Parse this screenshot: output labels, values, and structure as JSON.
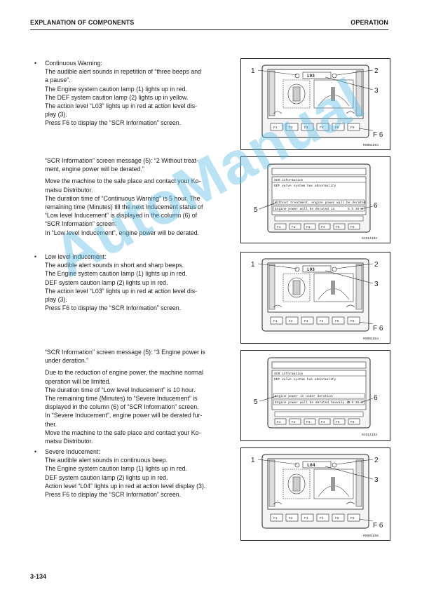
{
  "header": {
    "left": "EXPLANATION OF COMPONENTS",
    "right": "OPERATION"
  },
  "sections": [
    {
      "title": "Continuous Warning:",
      "lines": [
        "The audible alert sounds in repetition of “three beeps and",
        "a pause”.",
        "The Engine system caution lamp (1) lights up in red.",
        "The DEF system caution lamp (2) lights up in yellow.",
        "The action level “L03” lights up in red at action level dis-",
        "play (3).",
        "Press F6 to display the “SCR Information” screen."
      ]
    },
    {
      "lines": [
        "“SCR Information” screen message (5): “2 Without treat-",
        "ment, engine power will be derated.”"
      ],
      "lines2": [
        "Move the machine to the safe place and contact your Ko-",
        "matsu Distributor.",
        "The duration time of “Continuous Warning” is 5 hour. The",
        "remaining time (Minutes) till the next Inducement status of",
        "“Low level Inducement” is displayed in the column (6) of",
        "“SCR Information” screen.",
        "In “Low level Inducement”, engine power will be derated."
      ]
    },
    {
      "title": "Low level Inducement:",
      "lines": [
        "The audible alert sounds in short and sharp beeps.",
        "The Engine system caution lamp (1) lights up in red.",
        "DEF system caution lamp (2) lights up in red.",
        "The action level “L03” lights up in red at action level dis-",
        "play (3).",
        "Press F6 to display the “SCR Information” screen."
      ]
    },
    {
      "lines": [
        "“SCR Information” screen message (5): “3 Engine power is",
        "under deration.”"
      ],
      "lines2": [
        "Due to the reduction of engine power, the machine normal",
        "operation will be limited.",
        "The duration time of “Low level Inducement” is 10 hour.",
        "The remaining time (Minutes) to “Severe Inducement” is",
        "displayed in the column (6) of “SCR Information” screen.",
        "In “Severe Inducement”, engine power will be derated fur-",
        "ther.",
        "Move the machine to the safe place and contact your Ko-",
        "matsu Distributor."
      ]
    },
    {
      "title": "Severe Inducement:",
      "lines": [
        "The audible alert sounds in continuous beep.",
        "The Engine system caution lamp (1) lights up in red.",
        "DEF system caution lamp (2) lights up in red.",
        "Action level “L04” lights up in red at action level display (3).",
        "Press F6 to display the “SCR Information” screen."
      ]
    }
  ],
  "figures": {
    "fig1": {
      "code": "RS001854",
      "callouts": [
        "1",
        "2",
        "3"
      ],
      "fkey": "F 6",
      "level": "L03",
      "buttons": [
        "F1",
        "F2",
        "F3",
        "F4",
        "F5",
        "F6"
      ]
    },
    "fig2": {
      "code": "9JD14182",
      "callouts": [
        "5",
        "6"
      ],
      "title": "SCR information",
      "row1": "DEF valve system has abnormality",
      "row2": "Without treatment, engine power will be derated",
      "row3": "Engine power will be derated in",
      "value": "5 h 15 m",
      "buttons": [
        "F1",
        "F2",
        "F3",
        "F4",
        "F5",
        "F6"
      ]
    },
    "fig3": {
      "code": "RS001854",
      "callouts": [
        "1",
        "2",
        "3"
      ],
      "fkey": "F 6",
      "level": "L03",
      "buttons": [
        "F1",
        "F2",
        "F3",
        "F4",
        "F5",
        "F6"
      ]
    },
    "fig4": {
      "code": "9JD14183",
      "callouts": [
        "5",
        "6"
      ],
      "title": "SCR information",
      "row1": "DEF valve system has abnormality",
      "row2": "Engine power is under deration",
      "row3": "Engine power will be derated heavily in",
      "value": "3 h 15 m",
      "buttons": [
        "F1",
        "F2",
        "F3",
        "F4",
        "F5",
        "F6"
      ]
    },
    "fig5": {
      "code": "RS001856",
      "callouts": [
        "1",
        "2",
        "3"
      ],
      "fkey": "F 6",
      "level": "L04",
      "buttons": [
        "F1",
        "F2",
        "F3",
        "F4",
        "F5",
        "F6"
      ]
    }
  },
  "watermark": "AutoManual",
  "footer": {
    "page": "3-134"
  }
}
